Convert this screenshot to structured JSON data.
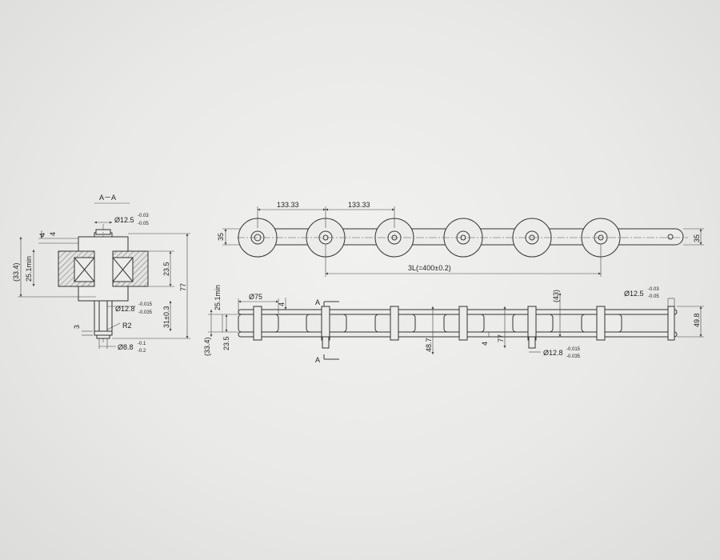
{
  "section_view": {
    "title": "A－A",
    "labels": {
      "shaft_top_dia": "Ø12.5",
      "shaft_top_tol_upper": "-0.03",
      "shaft_top_tol_lower": "-0.05",
      "dim_4": "4",
      "dim_33_4": "(33.4)",
      "dim_25_1": "25.1min",
      "dim_23_5": "23.5",
      "dim_77": "77",
      "shaft_mid_dia": "Ø12.8",
      "shaft_mid_tol_upper": "-0.015",
      "shaft_mid_tol_lower": "-0.035",
      "dim_31": "31±0.3",
      "dim_3": "3",
      "radius_r2": "R2",
      "pin_dia": "Ø8.8",
      "pin_tol_upper": "-0.1",
      "pin_tol_lower": "-0.2"
    }
  },
  "top_view": {
    "labels": {
      "pitch_1": "133.33",
      "pitch_2": "133.33",
      "height_left": "35",
      "height_right": "35",
      "total_length": "3L(=400±0.2)"
    }
  },
  "side_view": {
    "labels": {
      "roller_dia": "Ø75",
      "dim_4a": "4",
      "dim_25_1": "25.1min",
      "dim_33_4": "(33.4)",
      "dim_23_5": "23.5",
      "section_mark_top": "A",
      "section_mark_bottom": "A",
      "dim_48_7": "48.7",
      "dim_4b": "4",
      "dim_77": "77",
      "dim_43": "(43)",
      "shaft_mid_dia": "Ø12.8",
      "shaft_mid_tol_upper": "-0.015",
      "shaft_mid_tol_lower": "-0.035",
      "shaft_top_dia": "Ø12.5",
      "shaft_top_tol_upper": "-0.03",
      "shaft_top_tol_lower": "-0.05",
      "dim_49_8": "49.8"
    }
  }
}
